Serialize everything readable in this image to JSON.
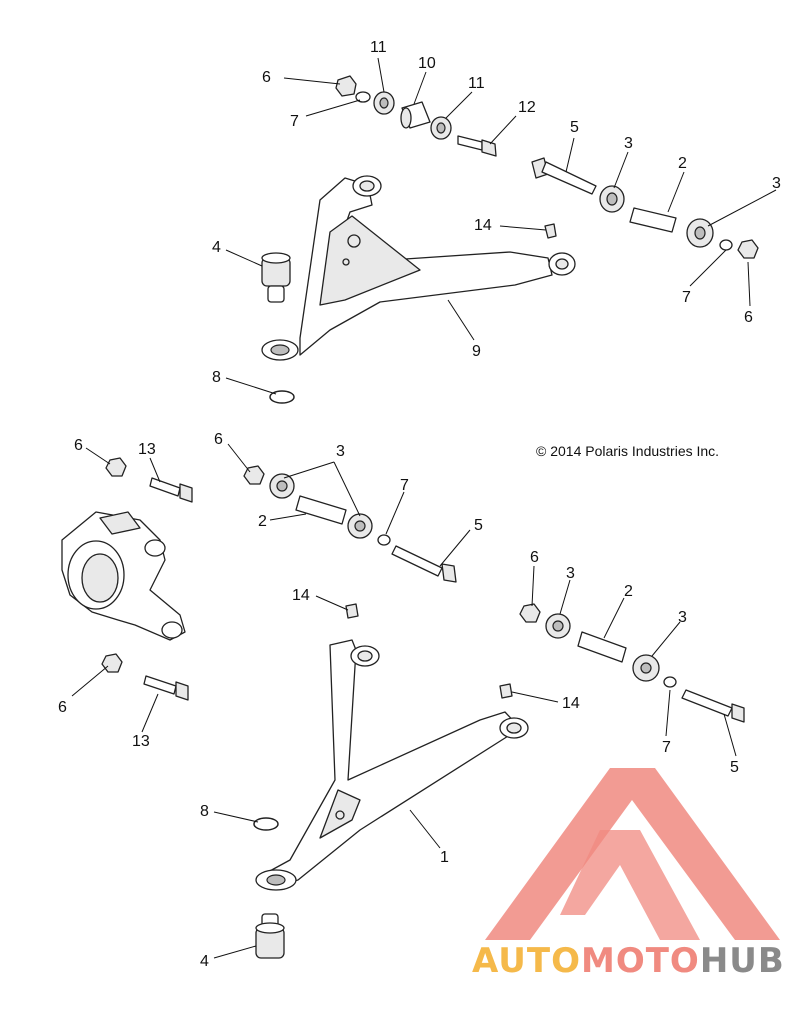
{
  "copyright": "© 2014 Polaris Industries Inc.",
  "callouts": {
    "c6a": "6",
    "c7a": "7",
    "c11a": "11",
    "c10": "10",
    "c11b": "11",
    "c12": "12",
    "c5a": "5",
    "c3a": "3",
    "c2a": "2",
    "c3b": "3",
    "c14a": "14",
    "c4a": "4",
    "c7b": "7",
    "c6b": "6",
    "c9": "9",
    "c8a": "8",
    "c6c": "6",
    "c13a": "13",
    "c6d": "6",
    "c3c": "3",
    "c7c": "7",
    "c2b": "2",
    "c5b": "5",
    "c6e": "6",
    "c3d": "3",
    "c2c": "2",
    "c3e": "3",
    "c14b": "14",
    "c14c": "14",
    "c6f": "6",
    "c13b": "13",
    "c7d": "7",
    "c5c": "5",
    "c8b": "8",
    "c1": "1",
    "c4b": "4"
  },
  "watermark": {
    "part1": "AUTO",
    "part2": "MOTO",
    "part3": "HUB",
    "colors": {
      "salmon": "#f08a80",
      "orange": "#f5b94a",
      "grey": "#8a8a8a"
    }
  }
}
